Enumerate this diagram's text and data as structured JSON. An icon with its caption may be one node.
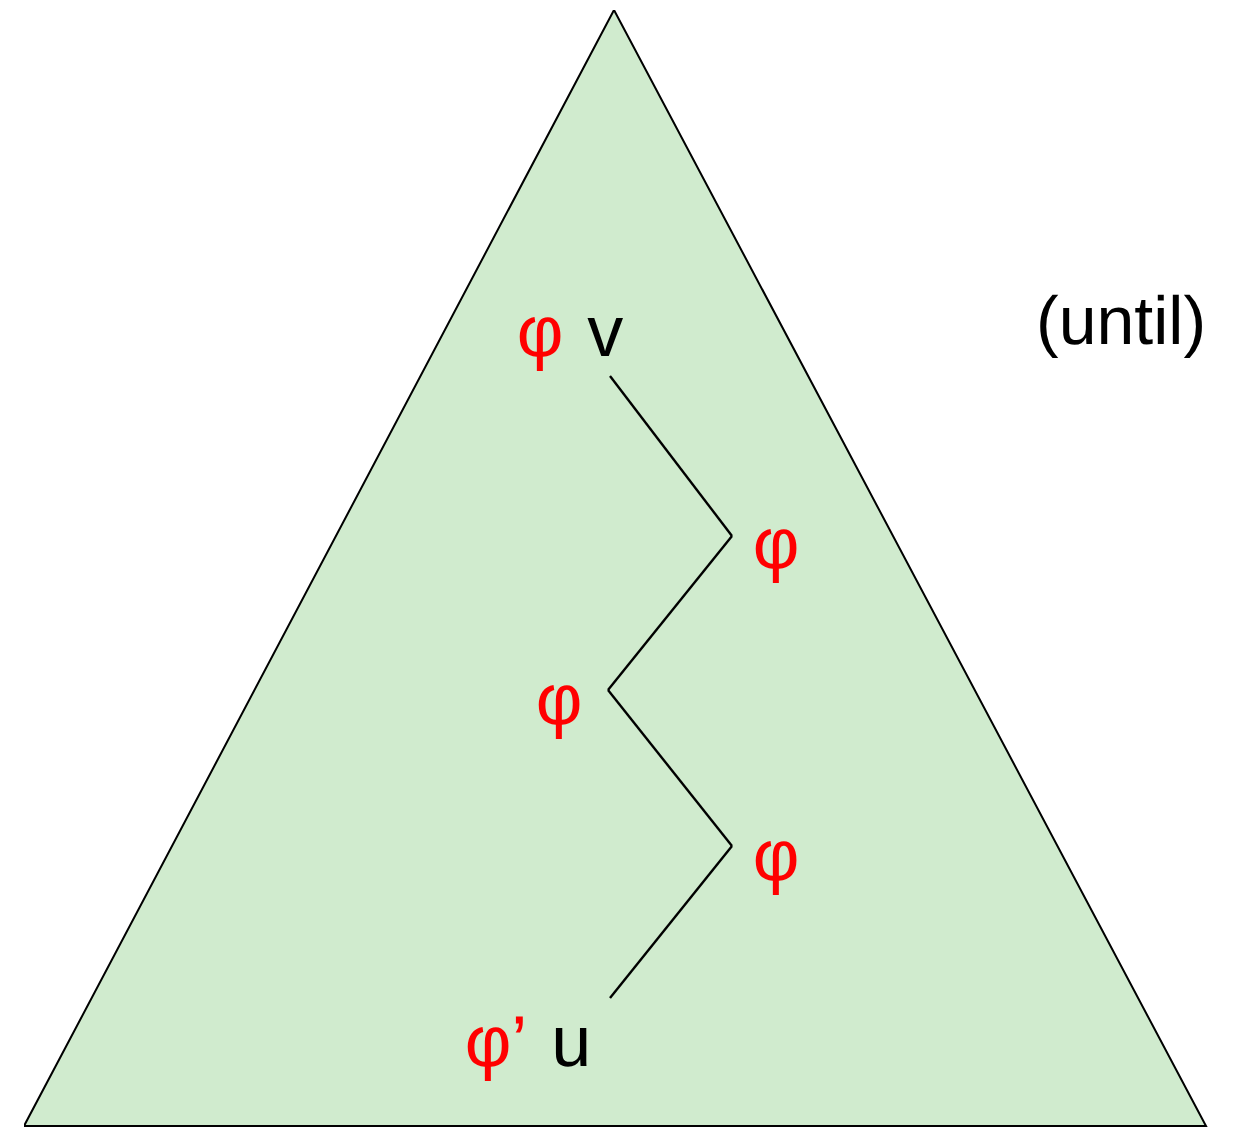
{
  "diagram": {
    "nodes": [
      {
        "text": [],
        "shape": "triangle"
      },
      {
        "text": [
          "φ",
          "v"
        ],
        "in": 0
      },
      {
        "text": [
          "φ"
        ],
        "in": 0
      },
      {
        "text": [
          "φ"
        ],
        "in": 0
      },
      {
        "text": [
          "φ"
        ],
        "in": 0
      },
      {
        "text": [
          "φ’",
          "u"
        ],
        "in": 0
      }
    ],
    "edges": [
      {
        "from": 1,
        "to": 2,
        "arrow": "none"
      },
      {
        "from": 2,
        "to": 3,
        "arrow": "none"
      },
      {
        "from": 3,
        "to": 4,
        "arrow": "none"
      },
      {
        "from": 4,
        "to": 5,
        "arrow": "none"
      }
    ],
    "labels": [
      "(until)"
    ]
  }
}
